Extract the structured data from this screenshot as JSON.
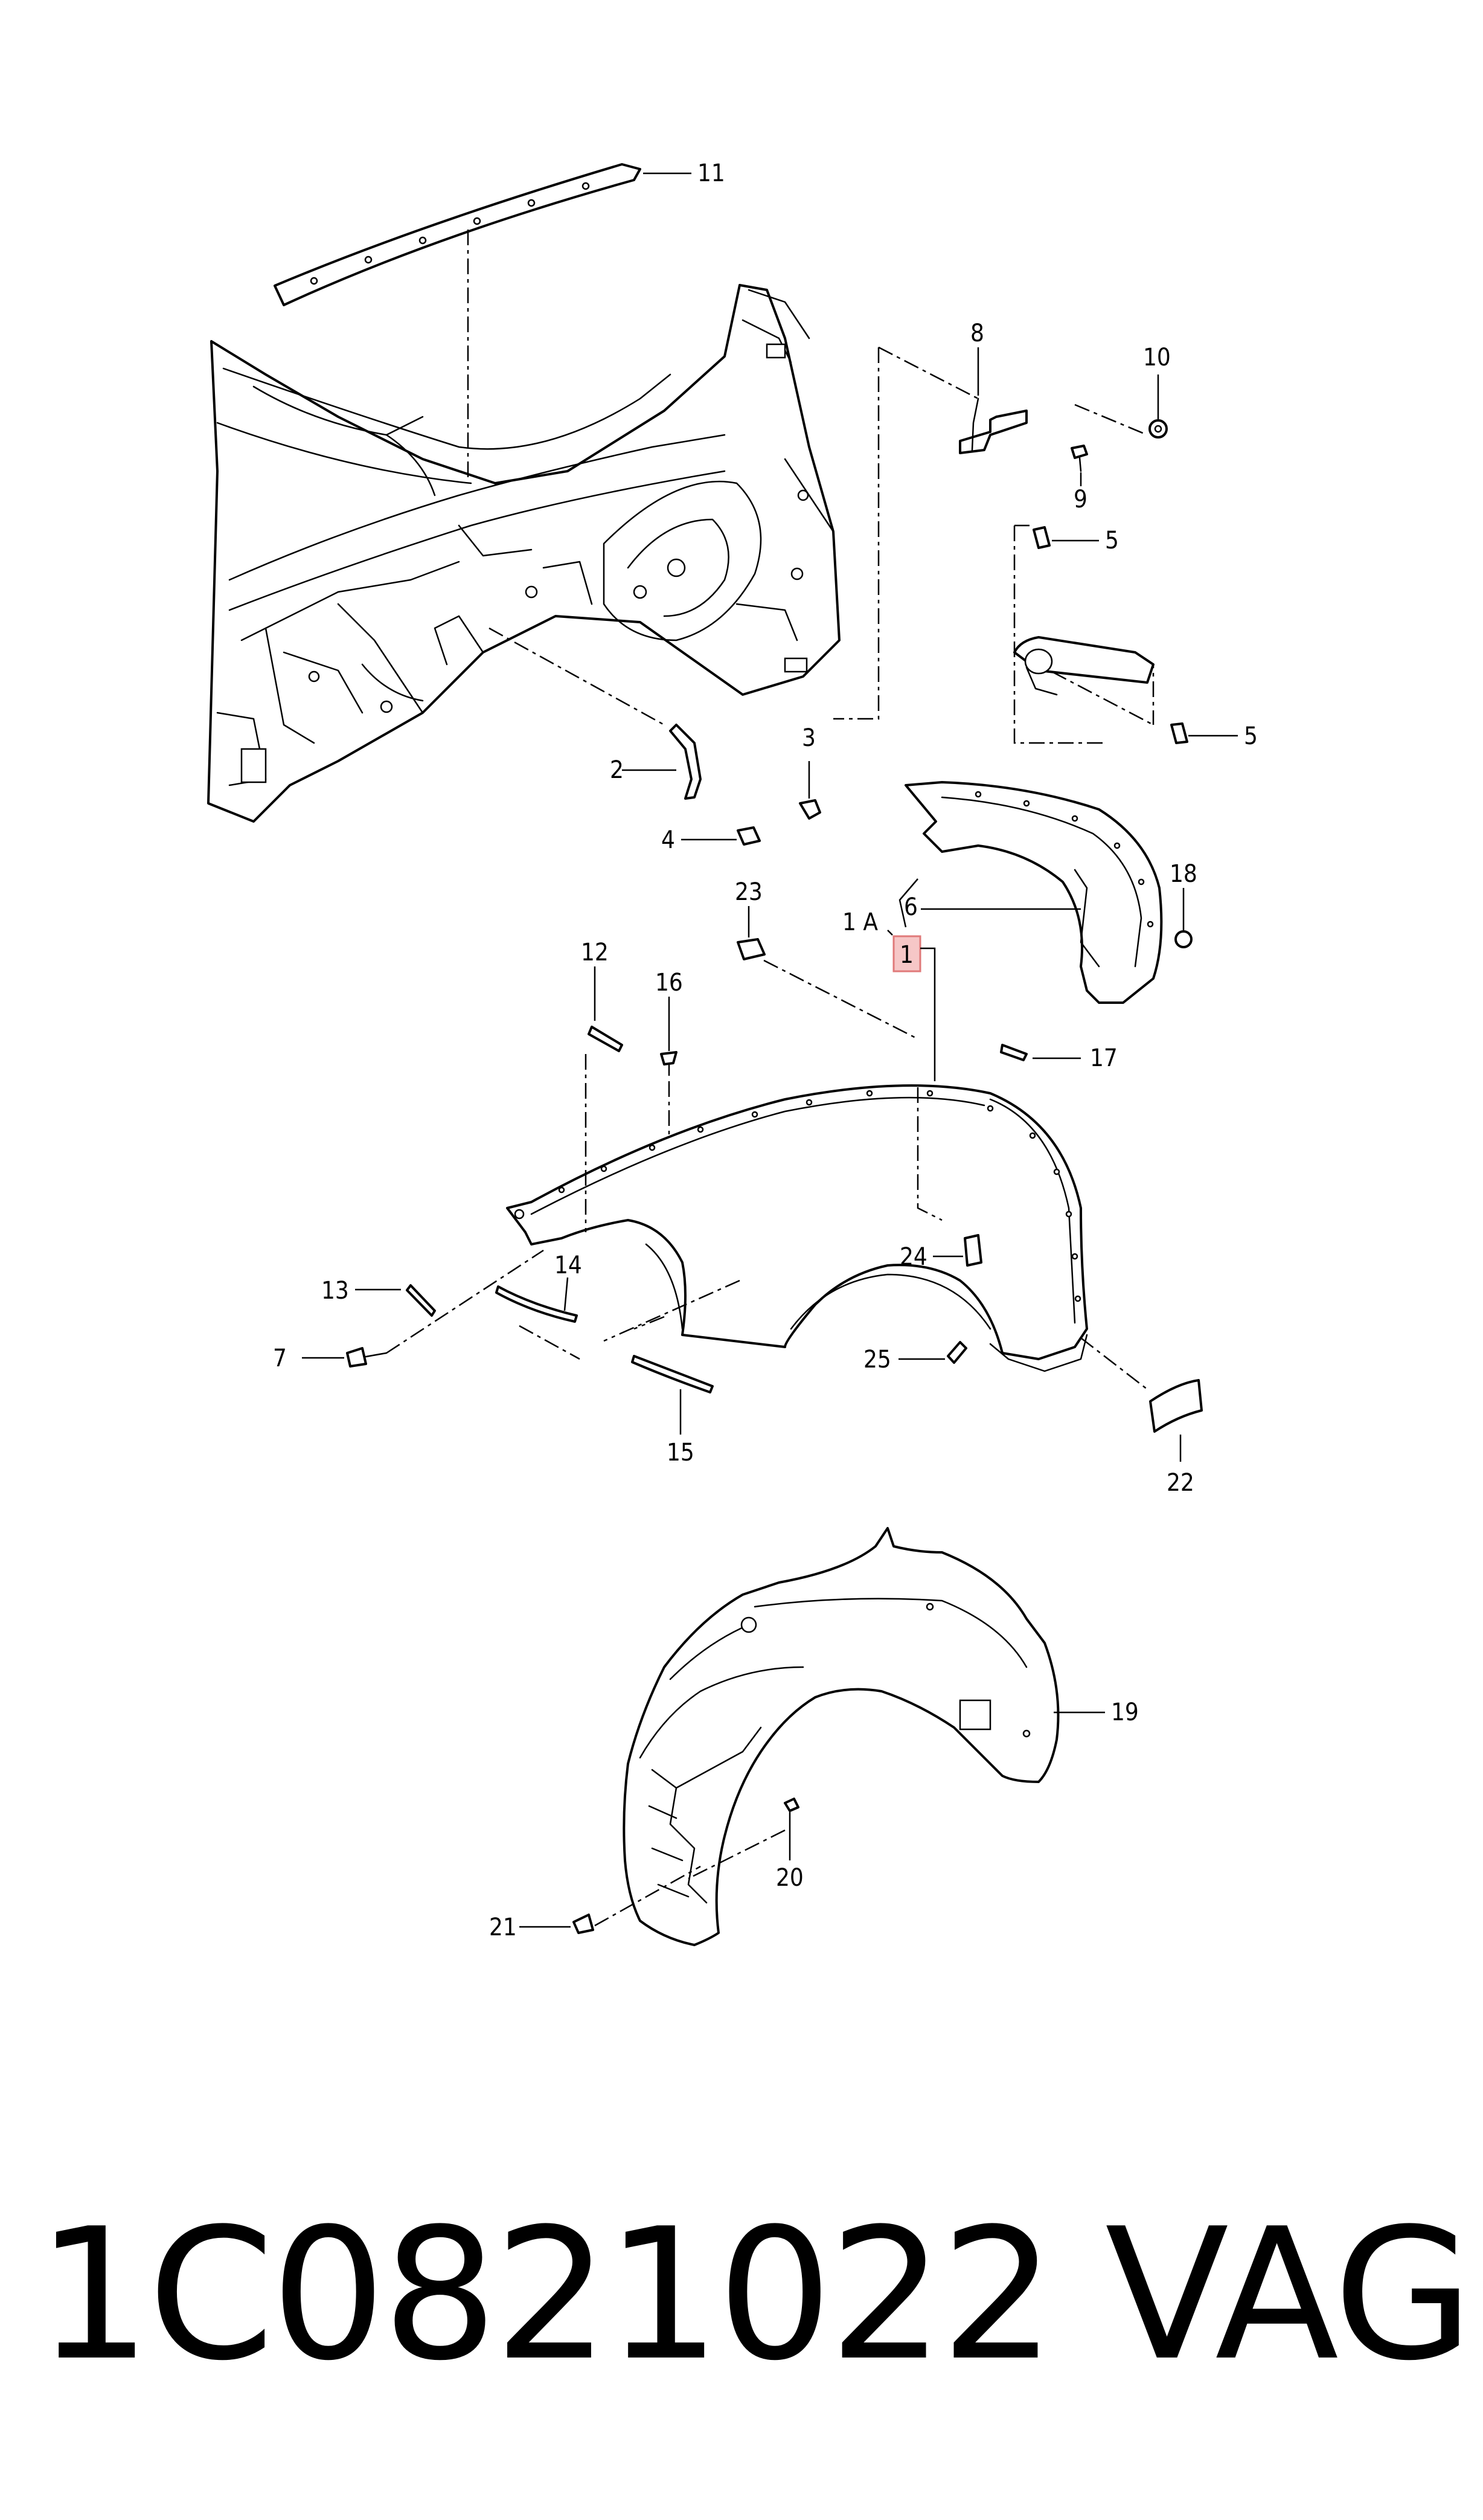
{
  "diagram": {
    "callouts": {
      "p1": "1",
      "p1a": "1 A",
      "p2": "2",
      "p3": "3",
      "p4": "4",
      "p5a": "5",
      "p5b": "5",
      "p6": "6",
      "p7": "7",
      "p8": "8",
      "p9": "9",
      "p10": "10",
      "p11": "11",
      "p12": "12",
      "p13": "13",
      "p14": "14",
      "p15": "15",
      "p16": "16",
      "p17": "17",
      "p18": "18",
      "p19": "19",
      "p20": "20",
      "p21": "21",
      "p22": "22",
      "p23": "23",
      "p24": "24",
      "p25": "25"
    },
    "highlight_color": "#f6c7c7"
  },
  "footer": {
    "part_number": "1C0821022",
    "brand": "VAG"
  }
}
